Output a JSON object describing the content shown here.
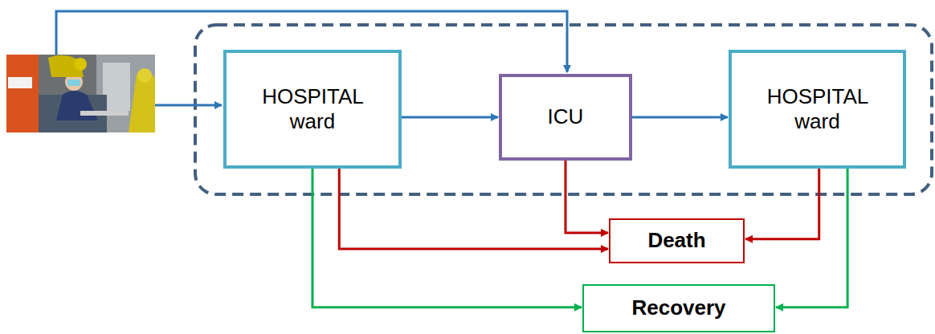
{
  "diagram": {
    "nodes": [
      {
        "text": [
          "HOSPITAL ward"
        ]
      },
      {
        "text": [
          "ICU"
        ]
      },
      {
        "text": [
          "HOSPITAL ward"
        ]
      },
      {
        "text": [
          "Death"
        ]
      },
      {
        "text": [
          "Recovery"
        ]
      }
    ],
    "edges": [
      {
        "from": 0,
        "to": 1,
        "arrow": "to"
      },
      {
        "from": 1,
        "to": 2,
        "arrow": "to"
      },
      {
        "from": 0,
        "to": 3,
        "arrow": "to"
      },
      {
        "from": 0,
        "to": 4,
        "arrow": "to"
      },
      {
        "from": 1,
        "to": 3,
        "arrow": "to"
      },
      {
        "from": 2,
        "to": 3,
        "arrow": "to"
      },
      {
        "from": 2,
        "to": 4,
        "arrow": "to"
      }
    ]
  }
}
